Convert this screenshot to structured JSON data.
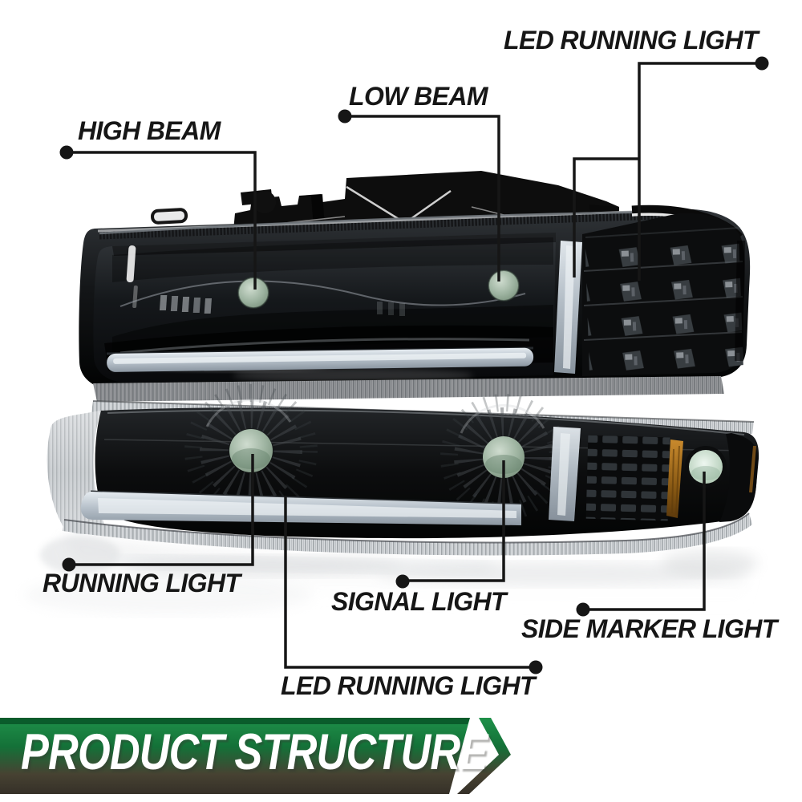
{
  "callouts": {
    "high_beam": {
      "label": "HIGH BEAM"
    },
    "low_beam": {
      "label": "LOW BEAM"
    },
    "led_running_top": {
      "label": "LED RUNNING LIGHT"
    },
    "running_light": {
      "label": "RUNNING LIGHT"
    },
    "signal_light": {
      "label": "SIGNAL LIGHT"
    },
    "side_marker_light": {
      "label": "SIDE MARKER LIGHT"
    },
    "led_running_bottom": {
      "label": "LED RUNNING LIGHT"
    }
  },
  "banner": {
    "label": "PRODUCT STRUCTURE",
    "arrow_icon": "chevron-right"
  },
  "colors": {
    "callout_text": "#161616",
    "callout_line": "#161616",
    "banner_green_top": "#1e9049",
    "banner_dark_bottom": "#353028",
    "banner_text": "#ffffff",
    "lamp_housing_black": "#0b0c0d",
    "bulb_green": "#94ac96",
    "drl_bar_gray": "#c2ccd4",
    "amber_reflector": "#b97a22"
  }
}
